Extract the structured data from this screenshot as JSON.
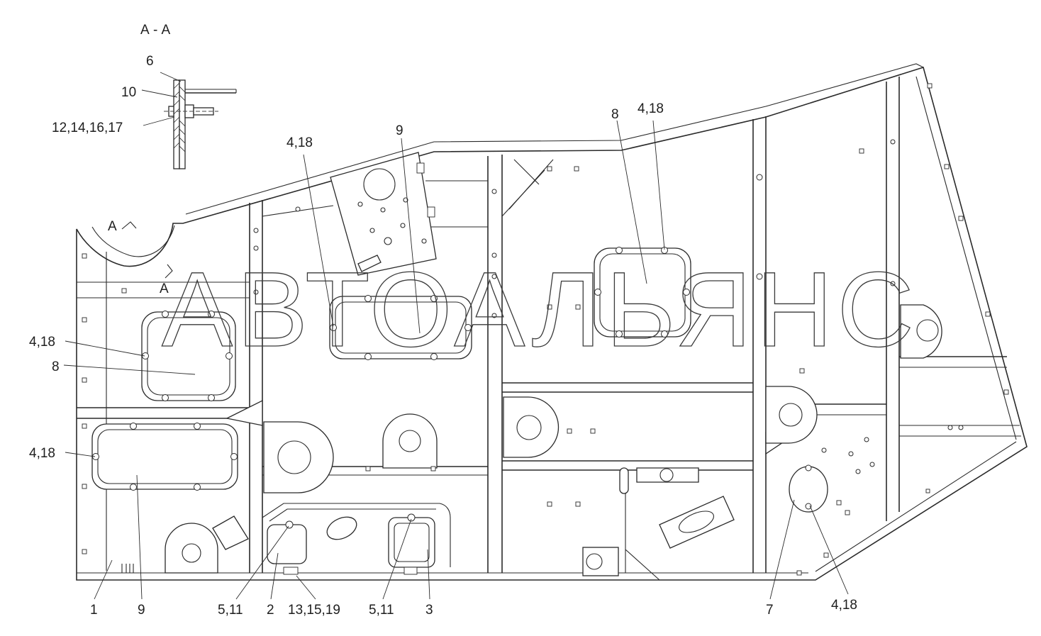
{
  "section_title": "А - А",
  "section_marks": [
    "А",
    "А"
  ],
  "watermark": "АВТОАЛЬЯНС",
  "callouts": {
    "c6": "6",
    "c10": "10",
    "c12": "12,14,16,17",
    "c418_top_left": "4,18",
    "c9_top": "9",
    "c8_top": "8",
    "c418_top_right": "4,18",
    "c418_left_mid": "4,18",
    "c8_left": "8",
    "c418_left_low": "4,18",
    "b1": "1",
    "b9": "9",
    "b511a": "5,11",
    "b2": "2",
    "b13": "13,15,19",
    "b511b": "5,11",
    "b3": "3",
    "b7": "7",
    "b418": "4,18"
  }
}
